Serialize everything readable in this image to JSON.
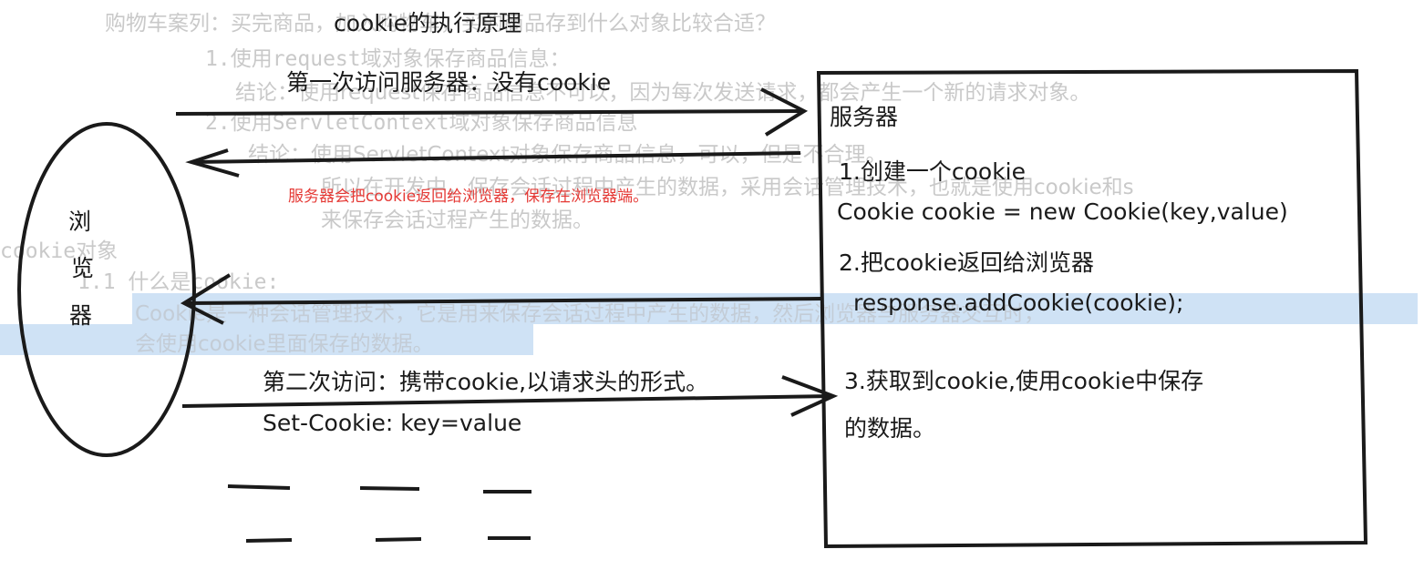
{
  "background_notes": {
    "line1": "购物车案列：买完商品，加入购物车，买的商品存到什么对象比较合适？",
    "line2": "1.使用request域对象保存商品信息：",
    "line3": "结论：使用request保存商品信息不可以，因为每次发送请求，都会产生一个新的请求对象。",
    "line4": "2.使用ServletContext域对象保存商品信息",
    "line5": "结论：使用ServletContext对象保存商品信息，可以，但是不合理。",
    "line6": "所以在开发中，保存会话过程中产生的数据，采用会话管理技术，也就是使用cookie和s",
    "line7": "来保存会话过程产生的数据。",
    "line8": "cookie对象",
    "line9": "1.1 什么是cookie:",
    "line10": "Cookie是一种会话管理技术，它是用来保存会话过程中产生的数据，然后浏览器与服务器交互时，",
    "line11": "会使用cookie里面保存的数据。"
  },
  "diagram": {
    "title": "cookie的执行原理",
    "first_visit": "第一次访问服务器：没有cookie",
    "server_returns_note": "服务器会把cookie返回给浏览器，保存在浏览器端。",
    "second_visit": "第二次访问：携带cookie,以请求头的形式。",
    "set_cookie": "Set-Cookie: key=value",
    "browser_label": [
      "浏",
      "览",
      "器"
    ],
    "server": {
      "title": "服务器",
      "step1": "1.创建一个cookie",
      "step1_code": "Cookie cookie = new Cookie(key,value)",
      "step2": "2.把cookie返回给浏览器",
      "step2_code": "response.addCookie(cookie);",
      "step3_line1": "3.获取到cookie,使用cookie中保存",
      "step3_line2": "的数据。"
    }
  },
  "colors": {
    "ink": "#1a1a1a",
    "red_note": "#e53935",
    "faded_text": "#c9c9c9",
    "highlight": "#cfe2f5"
  }
}
